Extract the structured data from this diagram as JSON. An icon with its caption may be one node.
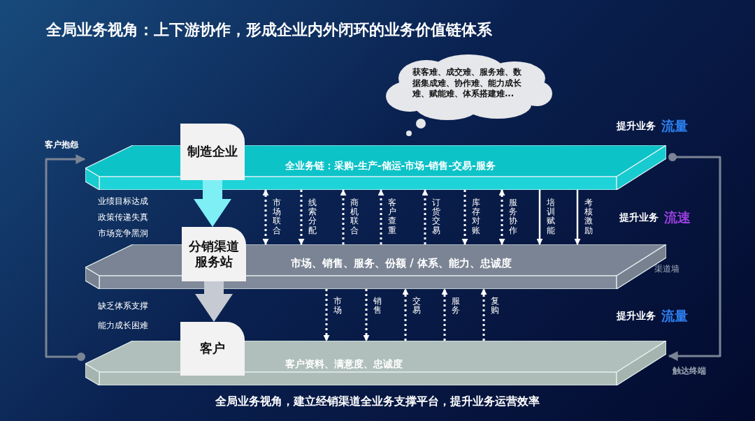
{
  "diagram": {
    "title": "全局业务视角：上下游协作，形成企业内外闭环的业务价值链体系",
    "caption": "全局业务视角，建立经销渠道全业务支撑平台，提升业务运营效率",
    "nodes": [
      {
        "text": [
          "全业务链：采购-生产-储运-市场-销售-交易-服务"
        ]
      },
      {
        "text": [
          "制造企业"
        ]
      },
      {
        "text": [
          "市场、销售、服务、份额 / 体系、能力、忠诚度"
        ]
      },
      {
        "text": [
          "分销渠道服务站"
        ]
      },
      {
        "text": [
          "客户资料、满意度、忠诚度"
        ]
      },
      {
        "text": [
          "客户"
        ]
      },
      {
        "text": [
          "获客难、成交难、服务难、数据集成难、协作难、能力成长难、赋能难、体系搭建难..."
        ]
      }
    ],
    "edges": [
      {
        "from": 0,
        "to": 2,
        "arrow": "both",
        "label": "市场联合",
        "style": "dashed"
      },
      {
        "from": 0,
        "to": 2,
        "arrow": "to",
        "label": "线索分配",
        "style": "dashed"
      },
      {
        "from": 2,
        "to": 0,
        "arrow": "to",
        "label": "商机联合",
        "style": "dashed"
      },
      {
        "from": 2,
        "to": 0,
        "arrow": "to",
        "label": "客户查重",
        "style": "dashed"
      },
      {
        "from": 2,
        "to": 0,
        "arrow": "to",
        "label": "订货交易",
        "style": "dashed"
      },
      {
        "from": 0,
        "to": 2,
        "arrow": "to",
        "label": "库存对账",
        "style": "dashed"
      },
      {
        "from": 0,
        "to": 2,
        "arrow": "both",
        "label": "服务协作",
        "style": "dashed"
      },
      {
        "from": 0,
        "to": 2,
        "arrow": "to",
        "label": "培训赋能"
      },
      {
        "from": 0,
        "to": 2,
        "arrow": "to",
        "label": "考核激励"
      },
      {
        "from": 2,
        "to": 4,
        "arrow": "to",
        "label": "市场",
        "style": "dashed"
      },
      {
        "from": 2,
        "to": 4,
        "arrow": "to",
        "label": "销售",
        "style": "dashed"
      },
      {
        "from": 4,
        "to": 2,
        "arrow": "to",
        "label": "交易",
        "style": "dashed"
      },
      {
        "from": 4,
        "to": 2,
        "arrow": "to",
        "label": "服务",
        "style": "dashed"
      },
      {
        "from": 4,
        "to": 2,
        "arrow": "to",
        "label": "复购",
        "style": "dashed"
      },
      {
        "from": 1,
        "to": 3,
        "arrow": "to",
        "style": "thick",
        "color": "#7ef0f5"
      },
      {
        "from": 3,
        "to": 5,
        "arrow": "to",
        "style": "thick",
        "color": "#c6cad2"
      },
      {
        "from": 4,
        "to": 0,
        "arrow": "to",
        "label": "客户抱怨",
        "color": "#7a8494"
      },
      {
        "from": 0,
        "to": 4,
        "arrow": "to",
        "label": "触达终端",
        "color": "#7a8494"
      }
    ],
    "labels": [
      "业绩目标达成",
      "政策传递失真",
      "市场竞争黑洞",
      "缺乏体系支撑",
      "能力成长困难",
      "提升业务",
      "流量",
      "提升业务",
      "流速",
      "提升业务",
      "流量",
      "渠道墙"
    ]
  }
}
